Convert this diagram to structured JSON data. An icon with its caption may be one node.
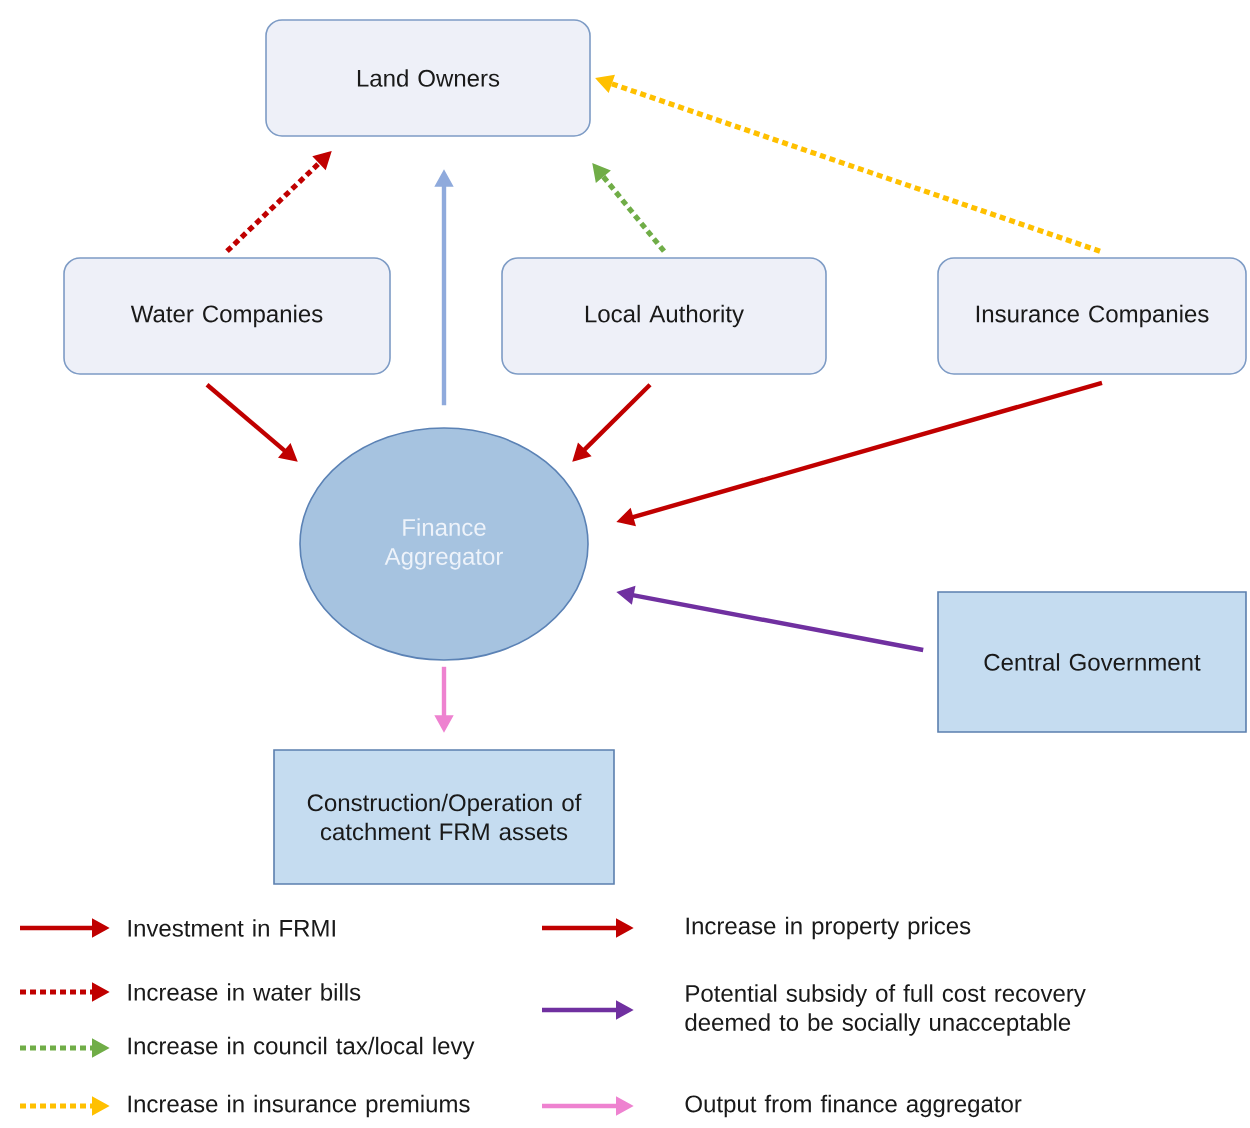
{
  "diagram": {
    "nodes": [
      {
        "text": [
          "Land Owners"
        ]
      },
      {
        "text": [
          "Water Companies"
        ]
      },
      {
        "text": [
          "Local Authority"
        ]
      },
      {
        "text": [
          "Insurance Companies"
        ]
      },
      {
        "text": [
          "Finance Aggregator"
        ]
      },
      {
        "text": [
          "Central Government"
        ]
      },
      {
        "text": [
          "Construction/Operation of catchment FRM assets"
        ]
      }
    ],
    "edges": [
      {
        "from": 1,
        "to": 0,
        "arrow": "to",
        "style": "dashed"
      },
      {
        "from": 4,
        "to": 0,
        "arrow": "to",
        "color": "#8faadc"
      },
      {
        "from": 2,
        "to": 0,
        "arrow": "to",
        "style": "dashed",
        "color": "#70ad47"
      },
      {
        "from": 3,
        "to": 0,
        "arrow": "to",
        "style": "dashed",
        "color": "#ffc000"
      },
      {
        "from": 1,
        "to": 4,
        "arrow": "to"
      },
      {
        "from": 2,
        "to": 4,
        "arrow": "to"
      },
      {
        "from": 3,
        "to": 4,
        "arrow": "to"
      },
      {
        "from": 5,
        "to": 4,
        "arrow": "to",
        "color": "#7030a0"
      },
      {
        "from": 4,
        "to": 6,
        "arrow": "to",
        "color": "#ee82d0"
      }
    ],
    "legend": [
      {
        "text": "Investment in FRMI"
      },
      {
        "text": "Increase in property prices"
      },
      {
        "text": "Increase in water bills"
      },
      {
        "text": "Potential subsidy of full cost recovery deemed to be socially unacceptable"
      },
      {
        "text": "Increase in council tax/local levy"
      },
      {
        "text": "Increase in insurance premiums"
      },
      {
        "text": "Output from finance aggregator"
      }
    ]
  }
}
